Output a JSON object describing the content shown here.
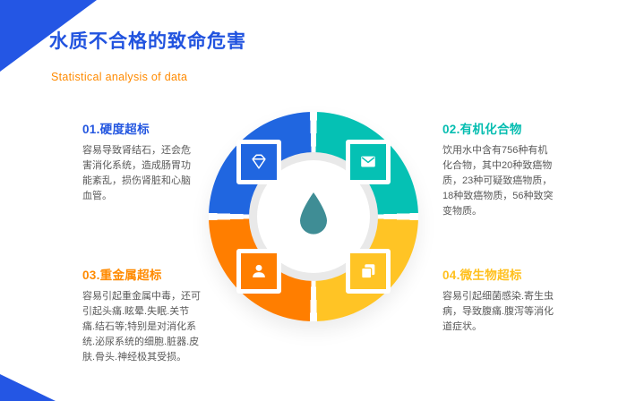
{
  "header": {
    "title": "水质不合格的致命危害",
    "subtitle": "Statistical analysis of data"
  },
  "diagram": {
    "type": "quadrant-donut",
    "center_icon": "water-drop",
    "segments": [
      {
        "position": "top-left",
        "icon": "gem-icon",
        "color": "#2066E0"
      },
      {
        "position": "top-right",
        "icon": "mail-icon",
        "color": "#05C1B4"
      },
      {
        "position": "bottom-left",
        "icon": "person-icon",
        "color": "#FF7E00"
      },
      {
        "position": "bottom-right",
        "icon": "copy-icon",
        "color": "#FFC425"
      }
    ]
  },
  "sections": [
    {
      "title": "01.硬度超标",
      "body": "容易导致肾结石，还会危害消化系统，造成肠胃功能紊乱，损伤肾脏和心脑血管。",
      "accent": "#2356E0"
    },
    {
      "title": "02.有机化合物",
      "body": "饮用水中含有756种有机化合物，其中20种致癌物质，23种可疑致癌物质，18种致癌物质，56种致突变物质。",
      "accent": "#05BDB0"
    },
    {
      "title": "03.重金属超标",
      "body": "容易引起重金属中毒，还可引起头痛.眩晕.失眠.关节痛.结石等;特别是对消化系统.泌尿系统的细胞.脏器.皮肤.骨头.神经极其受损。",
      "accent": "#FF8A00"
    },
    {
      "title": "04.微生物超标",
      "body": "容易引起细菌感染.寄生虫病，导致腹痛.腹泻等消化道症状。",
      "accent": "#FFC01E"
    }
  ],
  "colors": {
    "title": "#2153DF",
    "subtitle": "#FF8A00",
    "ribbon": "#2456E4",
    "drop": "#3F8D95",
    "body_text": "#5A5A5A",
    "inner_ring": "#E9E9E9"
  }
}
